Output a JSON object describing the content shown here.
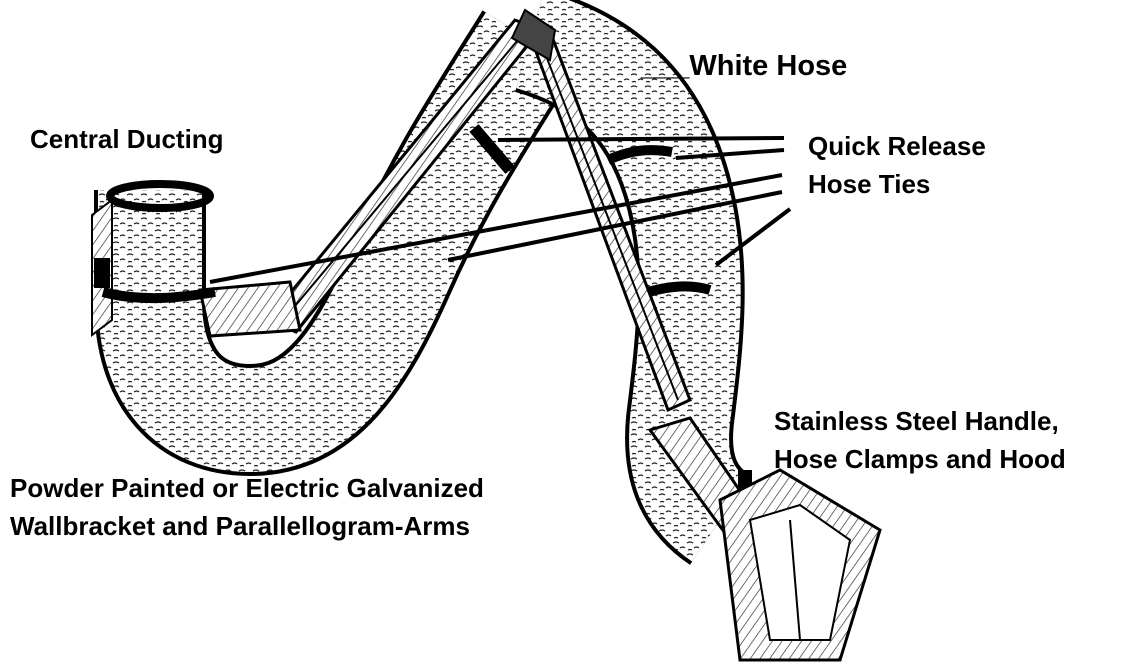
{
  "labels": {
    "white_hose": "___White Hose",
    "central_ducting": "Central Ducting",
    "quick_release_line1": "Quick Release",
    "quick_release_line2": "Hose Ties",
    "stainless_line1": "Stainless Steel Handle,",
    "stainless_line2": "Hose Clamps and Hood",
    "powder_line1": "Powder Painted or Electric Galvanized",
    "powder_line2": "Wallbracket and Parallellogram-Arms"
  },
  "colors": {
    "ink": "#000000",
    "hose_shade": "#5a5a5a",
    "background": "#ffffff"
  }
}
